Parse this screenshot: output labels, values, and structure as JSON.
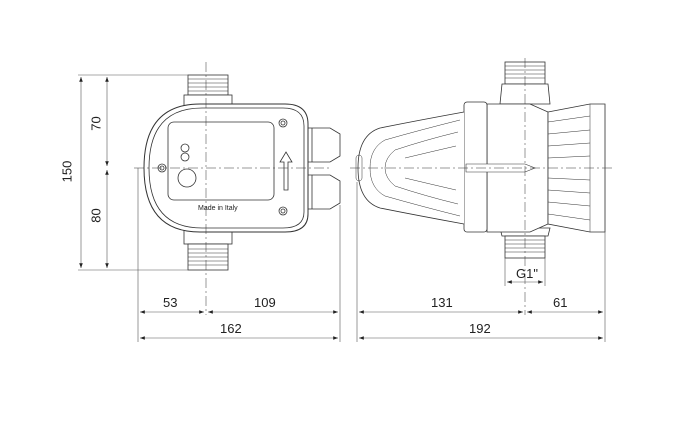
{
  "drawing": {
    "type": "technical dimension drawing",
    "views": [
      "front-view",
      "side-view"
    ],
    "front_view": {
      "label": "Made in Italy",
      "dims": {
        "total_height": "150",
        "upper_height": "70",
        "lower_height": "80",
        "left_width": "53",
        "right_width": "109",
        "total_width": "162"
      }
    },
    "side_view": {
      "thread": "G1\"",
      "dims": {
        "left_length": "131",
        "right_length": "61",
        "total_length": "192"
      }
    }
  }
}
